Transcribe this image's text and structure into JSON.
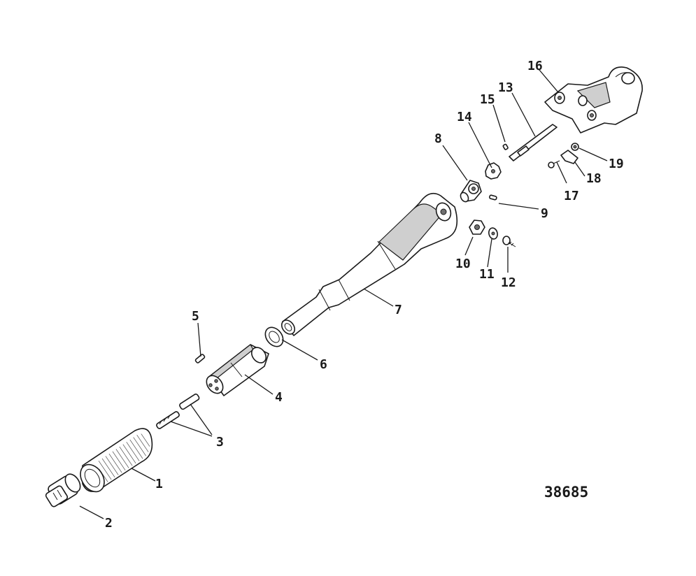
{
  "callouts": {
    "c1": "1",
    "c2": "2",
    "c3": "3",
    "c4": "4",
    "c5": "5",
    "c6": "6",
    "c7": "7",
    "c8": "8",
    "c9": "9",
    "c10": "10",
    "c11": "11",
    "c12": "12",
    "c13": "13",
    "c14": "14",
    "c15": "15",
    "c16": "16",
    "c17": "17",
    "c18": "18",
    "c19": "19"
  },
  "figure_number": "38685"
}
